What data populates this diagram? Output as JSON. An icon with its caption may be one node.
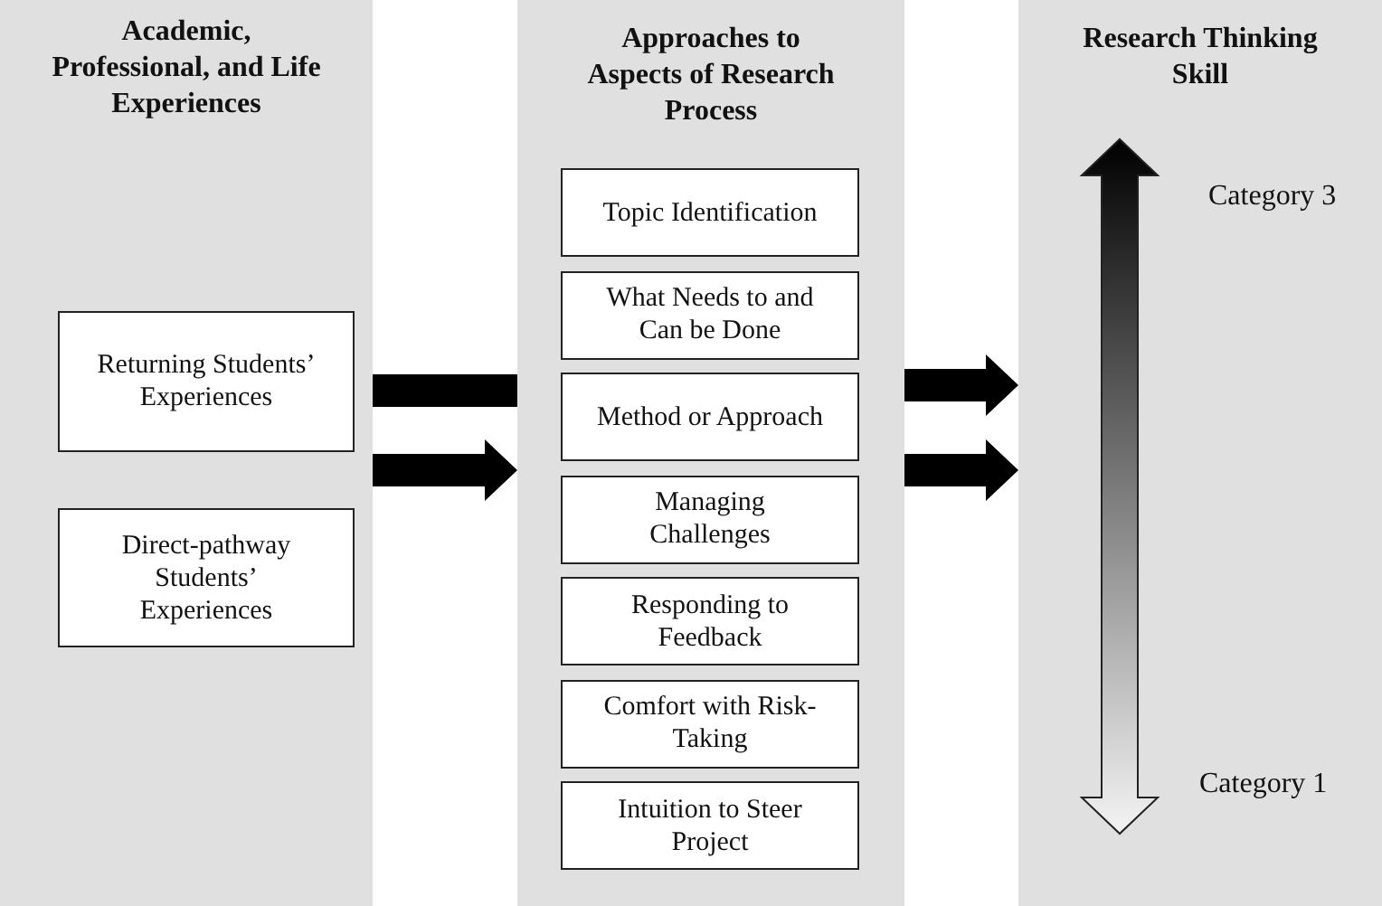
{
  "diagram": {
    "nodes": [
      {
        "text": [
          "Academic, Professional, and Life Experiences"
        ]
      },
      {
        "text": [
          "Returning Students’ Experiences"
        ],
        "in": 0
      },
      {
        "text": [
          "Direct-pathway Students’ Experiences"
        ],
        "in": 0
      },
      {
        "text": [
          "Approaches to Aspects of Research Process"
        ]
      },
      {
        "text": [
          "Topic Identification"
        ],
        "in": 3
      },
      {
        "text": [
          "What Needs to and Can be Done"
        ],
        "in": 3
      },
      {
        "text": [
          "Method or Approach"
        ],
        "in": 3
      },
      {
        "text": [
          "Managing Challenges"
        ],
        "in": 3
      },
      {
        "text": [
          "Responding to Feedback"
        ],
        "in": 3
      },
      {
        "text": [
          "Comfort with Risk-Taking"
        ],
        "in": 3
      },
      {
        "text": [
          "Intuition to Steer Project"
        ],
        "in": 3
      },
      {
        "text": [
          "Research Thinking Skill"
        ]
      }
    ],
    "edges": [
      {
        "from": 0,
        "to": 3,
        "arrow": "none"
      },
      {
        "from": 0,
        "to": 3,
        "arrow": "to"
      },
      {
        "from": 3,
        "to": 11,
        "arrow": "to"
      },
      {
        "from": 3,
        "to": 11,
        "arrow": "to"
      }
    ],
    "labels": [
      "Category 3",
      "Category 1"
    ]
  }
}
